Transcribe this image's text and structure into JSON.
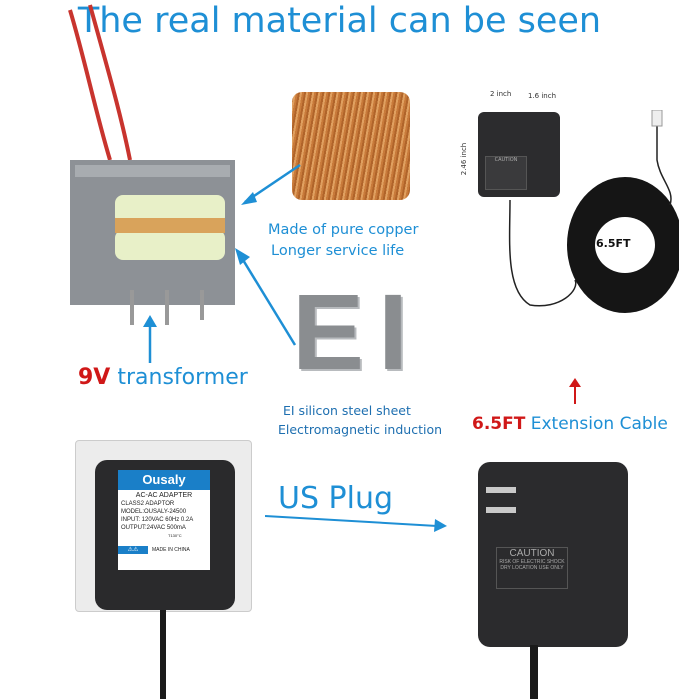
{
  "title": "The real material can be seen",
  "copper": {
    "line1": "Made of pure copper",
    "line2": "Longer service life"
  },
  "ei": {
    "letters": "EI",
    "line1": "EI silicon steel sheet",
    "line2": "Electromagnetic induction"
  },
  "transformer": {
    "voltage": "9V",
    "label": "transformer"
  },
  "cable": {
    "length": "6.5FT",
    "label": "Extension Cable",
    "coil_badge": "6.5FT"
  },
  "dimensions": {
    "width": "2 inch",
    "depth": "1.6 inch",
    "height": "2.46 inch"
  },
  "plug": {
    "label": "US Plug"
  },
  "caution": {
    "title": "CAUTION",
    "line1": "RISK OF ELECTRIC SHOCK",
    "line2": "DRY LOCATION USE ONLY"
  },
  "adapter_label": {
    "brand": "Ousaly",
    "type": "AC-AC ADAPTER",
    "class": "CLASS2 ADAPTOR",
    "model": "MODEL:OUSALY-24500",
    "input": "INPUT: 120VAC  60Hz 0.2A",
    "output": "OUTPUT:24VAC  500mA",
    "temp": "T130°C",
    "origin": "MADE IN CHINA"
  },
  "colors": {
    "accent": "#1e8fd5",
    "highlight": "#d01818",
    "copper": "#c87a3a"
  }
}
